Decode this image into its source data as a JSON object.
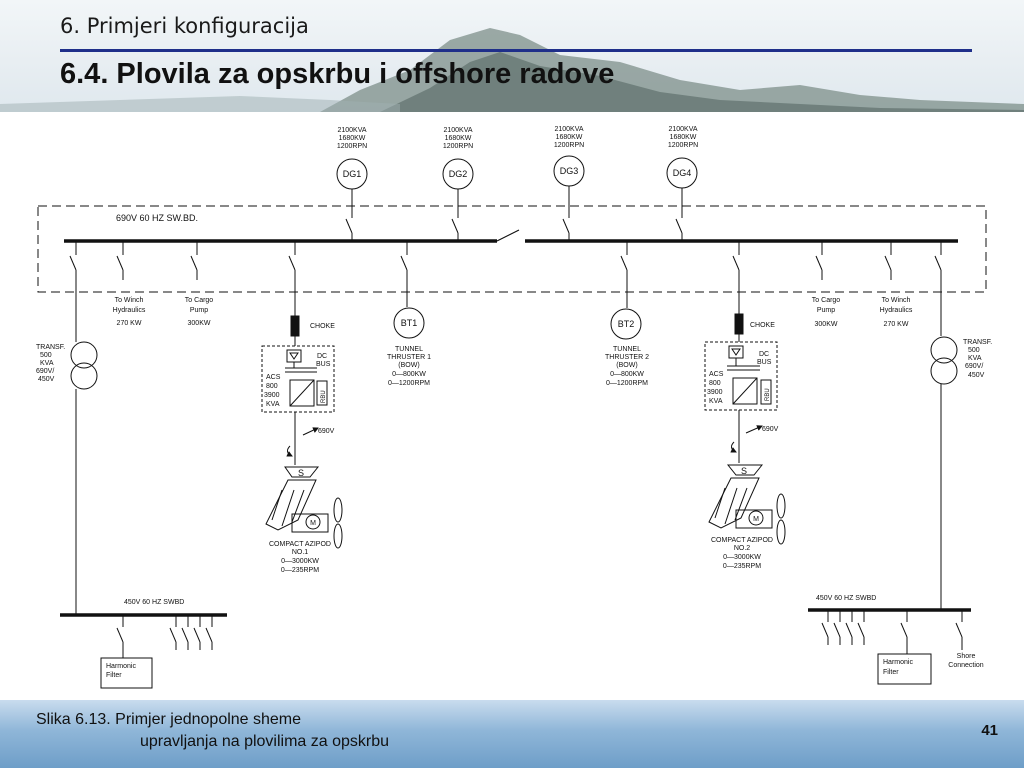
{
  "header": {
    "section_heading": "6. Primjeri konfiguracija",
    "title": "6.4. Plovila za opskrbu i offshore radove"
  },
  "caption": {
    "line1": "Slika 6.13. Primjer jednopolne sheme",
    "line2": "upravljanja na plovilima za opskrbu"
  },
  "page_number": "41",
  "diagram": {
    "switchboard_label": "690V  60  HZ  SW.BD.",
    "generators": [
      {
        "name": "DG1",
        "l1": "2100KVA",
        "l2": "1680KW",
        "l3": "1200RPN"
      },
      {
        "name": "DG2",
        "l1": "2100KVA",
        "l2": "1680KW",
        "l3": "1200RPN"
      },
      {
        "name": "DG3",
        "l1": "2100KVA",
        "l2": "1680KW",
        "l3": "1200RPN"
      },
      {
        "name": "DG4",
        "l1": "2100KVA",
        "l2": "1680KW",
        "l3": "1200RPN"
      }
    ],
    "left_loads": {
      "winch": {
        "l1": "To Winch",
        "l2": "Hydraulics",
        "l3": "270  KW"
      },
      "cargo": {
        "l1": "To Cargo",
        "l2": "Pump",
        "l3": "300KW"
      }
    },
    "right_loads": {
      "cargo": {
        "l1": "To Cargo",
        "l2": "Pump",
        "l3": "300KW"
      },
      "winch": {
        "l1": "To Winch",
        "l2": "Hydraulics",
        "l3": "270  KW"
      }
    },
    "transformer_left": {
      "l1": "TRANSF.",
      "l2": "500",
      "l3": "KVA",
      "l4": "690V/",
      "l5": "450V"
    },
    "transformer_right": {
      "l1": "TRANSF.",
      "l2": "500",
      "l3": "KVA",
      "l4": "690V/",
      "l5": "450V"
    },
    "thruster1": {
      "name": "BT1",
      "l1": "TUNNEL",
      "l2": "THRUSTER  1",
      "l3": "(BOW)",
      "l4": "0—800KW",
      "l5": "0—1200RPM"
    },
    "thruster2": {
      "name": "BT2",
      "l1": "TUNNEL",
      "l2": "THRUSTER  2",
      "l3": "(BOW)",
      "l4": "0—800KW",
      "l5": "0—1200RPM"
    },
    "drive_left": {
      "choke": "CHOKE",
      "dc_bus_l1": "DC",
      "dc_bus_l2": "BUS",
      "acs_l1": "ACS",
      "acs_l2": "800",
      "acs_l3": "3900",
      "acs_l4": "KVA",
      "rbu": "RBU",
      "voltage": "690V",
      "s": "S",
      "m": "M",
      "azipod_l1": "COMPACT  AZIPOD",
      "azipod_l2": "NO.1",
      "azipod_l3": "0—3000KW",
      "azipod_l4": "0—235RPM"
    },
    "drive_right": {
      "choke": "CHOKE",
      "dc_bus_l1": "DC",
      "dc_bus_l2": "BUS",
      "acs_l1": "ACS",
      "acs_l2": "800",
      "acs_l3": "3900",
      "acs_l4": "KVA",
      "rbu": "RBU",
      "voltage": "690V",
      "s": "S",
      "m": "M",
      "azipod_l1": "COMPACT  AZIPOD",
      "azipod_l2": "NO.2",
      "azipod_l3": "0—3000KW",
      "azipod_l4": "0—235RPM"
    },
    "swbd_left": "450V  60  HZ  SWBD",
    "swbd_right": "450V  60  HZ  SWBD",
    "harmonic_left": {
      "l1": "Harmonic",
      "l2": "Filter"
    },
    "harmonic_right": {
      "l1": "Harmonic",
      "l2": "Filter"
    },
    "shore": {
      "l1": "Shore",
      "l2": "Connection"
    }
  }
}
